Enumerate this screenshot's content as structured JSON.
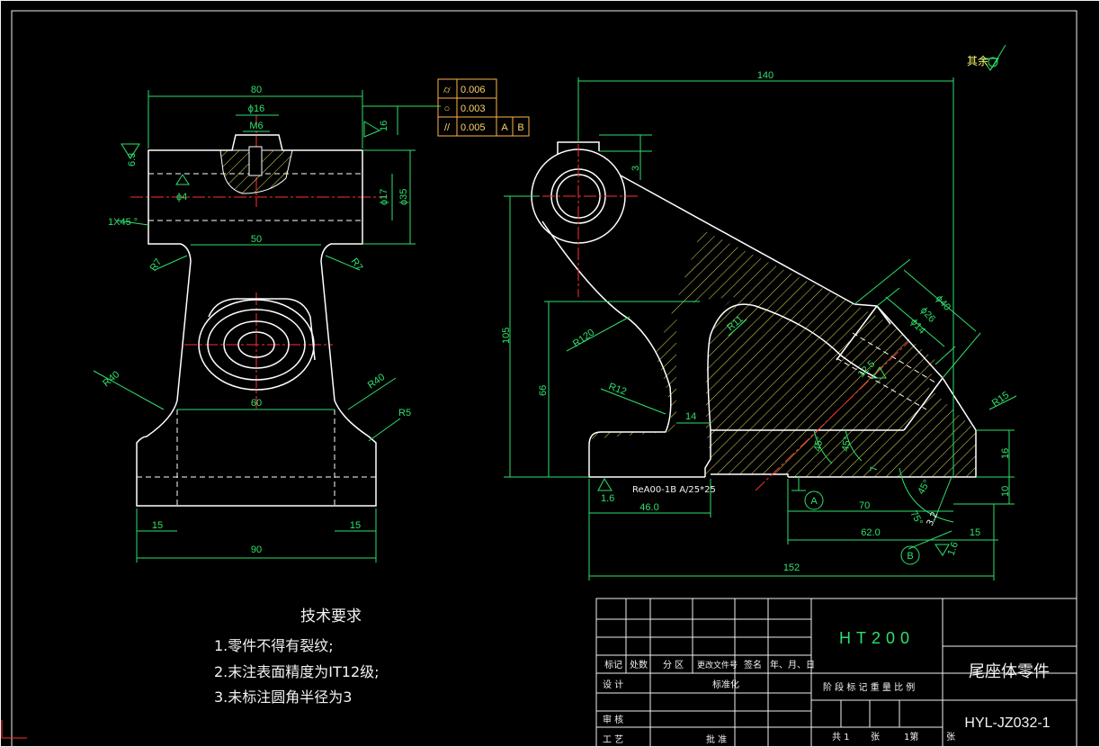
{
  "drawing": {
    "material": "HT200",
    "part_name": "尾座体零件",
    "drawing_number": "HYL-JZ032-1",
    "sheets": {
      "total": "共 1",
      "zhang1": "张",
      "current": "1第",
      "zhang2": "张"
    }
  },
  "roughness_remaining": "其余",
  "tech_requirements": {
    "title": "技术要求",
    "items": [
      "1.零件不得有裂纹;",
      "2.末注表面精度为IT12级;",
      "3.未标注圆角半径为3"
    ]
  },
  "tolerance_frame": {
    "rows": [
      {
        "symbol": "⌭",
        "value": "0.006",
        "datums": []
      },
      {
        "symbol": "○",
        "value": "0.003",
        "datums": []
      },
      {
        "symbol": "//",
        "value": "0.005",
        "datums": [
          "A",
          "B"
        ]
      }
    ]
  },
  "front_view_dims": {
    "d80": "80",
    "phi16": "ϕ16",
    "m6": "M6",
    "r16": "16",
    "r63": "6.3",
    "phi4": "ϕ4",
    "chamfer": "1X45 °",
    "phi17": "ϕ17",
    "phi35": "ϕ35",
    "d50": "50",
    "r7a": "R7",
    "r7b": "R7",
    "d60": "60",
    "r40a": "R40",
    "r40b": "R40",
    "r5": "R5",
    "d15a": "15",
    "d15b": "15",
    "d90": "90"
  },
  "side_view_dims": {
    "d140": "140",
    "d3": "3",
    "d105": "105",
    "d66": "66",
    "r120": "R120",
    "r11": "R11",
    "r12": "R12",
    "d14": "14",
    "phi40": "ϕ40",
    "phi26": "ϕ26",
    "phi14": "ϕ14",
    "r25": "12.5",
    "r15": "R15",
    "a45a": "45°",
    "a45b": "45°",
    "a45c": "45°",
    "d7": "7",
    "d16": "16",
    "d10": "10",
    "d70": "70",
    "d620": "62.0",
    "d152": "152",
    "d15": "15",
    "d460": "46.0",
    "r16b": "1.6",
    "r16c": "1.6",
    "note": "ReA00-1B A/25*25",
    "datum_a": "A",
    "datum_b": "B",
    "a75": "75°",
    "r32": "3.2"
  },
  "title_block": {
    "mark_row": [
      "标记",
      "处数",
      "分 区",
      "更改文件号",
      "签名",
      "年、月、日"
    ],
    "design": "设 计",
    "standard": "标准化",
    "stage_row": "阶 段 标 记   重 量   比 例",
    "review": "审 核",
    "craft": "工 艺",
    "approve": "批 准"
  },
  "colors": {
    "background": "#000000",
    "dimension": "#2ee06b",
    "outline": "#ffffff",
    "center": "#ff3030",
    "hatch": "#e3df55",
    "tolerance": "#ffb347"
  }
}
